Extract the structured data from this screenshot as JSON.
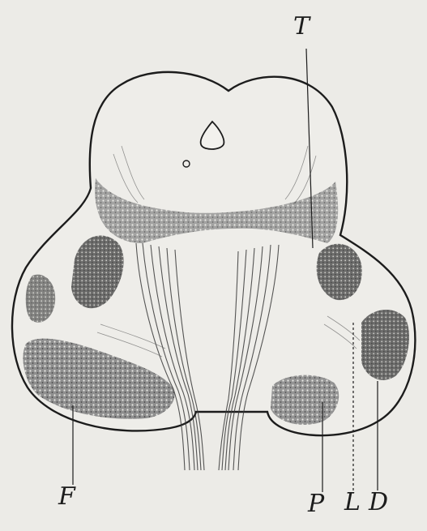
{
  "figure": {
    "labels": {
      "t": "T",
      "f": "F",
      "p": "P",
      "l": "L",
      "d": "D"
    },
    "colors": {
      "background": "#ecebe7",
      "ink": "#1c1c1c",
      "grey_matter": "#5b5b5b"
    }
  }
}
